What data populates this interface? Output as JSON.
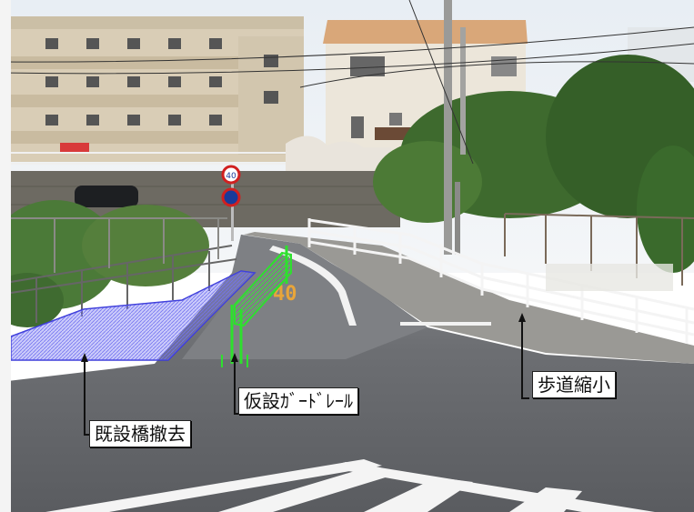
{
  "scene": {
    "sign_speed_number": "40",
    "road_marking_speed": "40"
  },
  "annotations": {
    "bridge_removal": "既設橋撤去",
    "temporary_guardrail": "仮設ｶﾞｰﾄﾞﾚｰﾙ",
    "sidewalk_reduction": "歩道縮小"
  },
  "colors": {
    "bridge_highlight": "#5b5bdc",
    "guardrail_highlight": "#39e639"
  }
}
